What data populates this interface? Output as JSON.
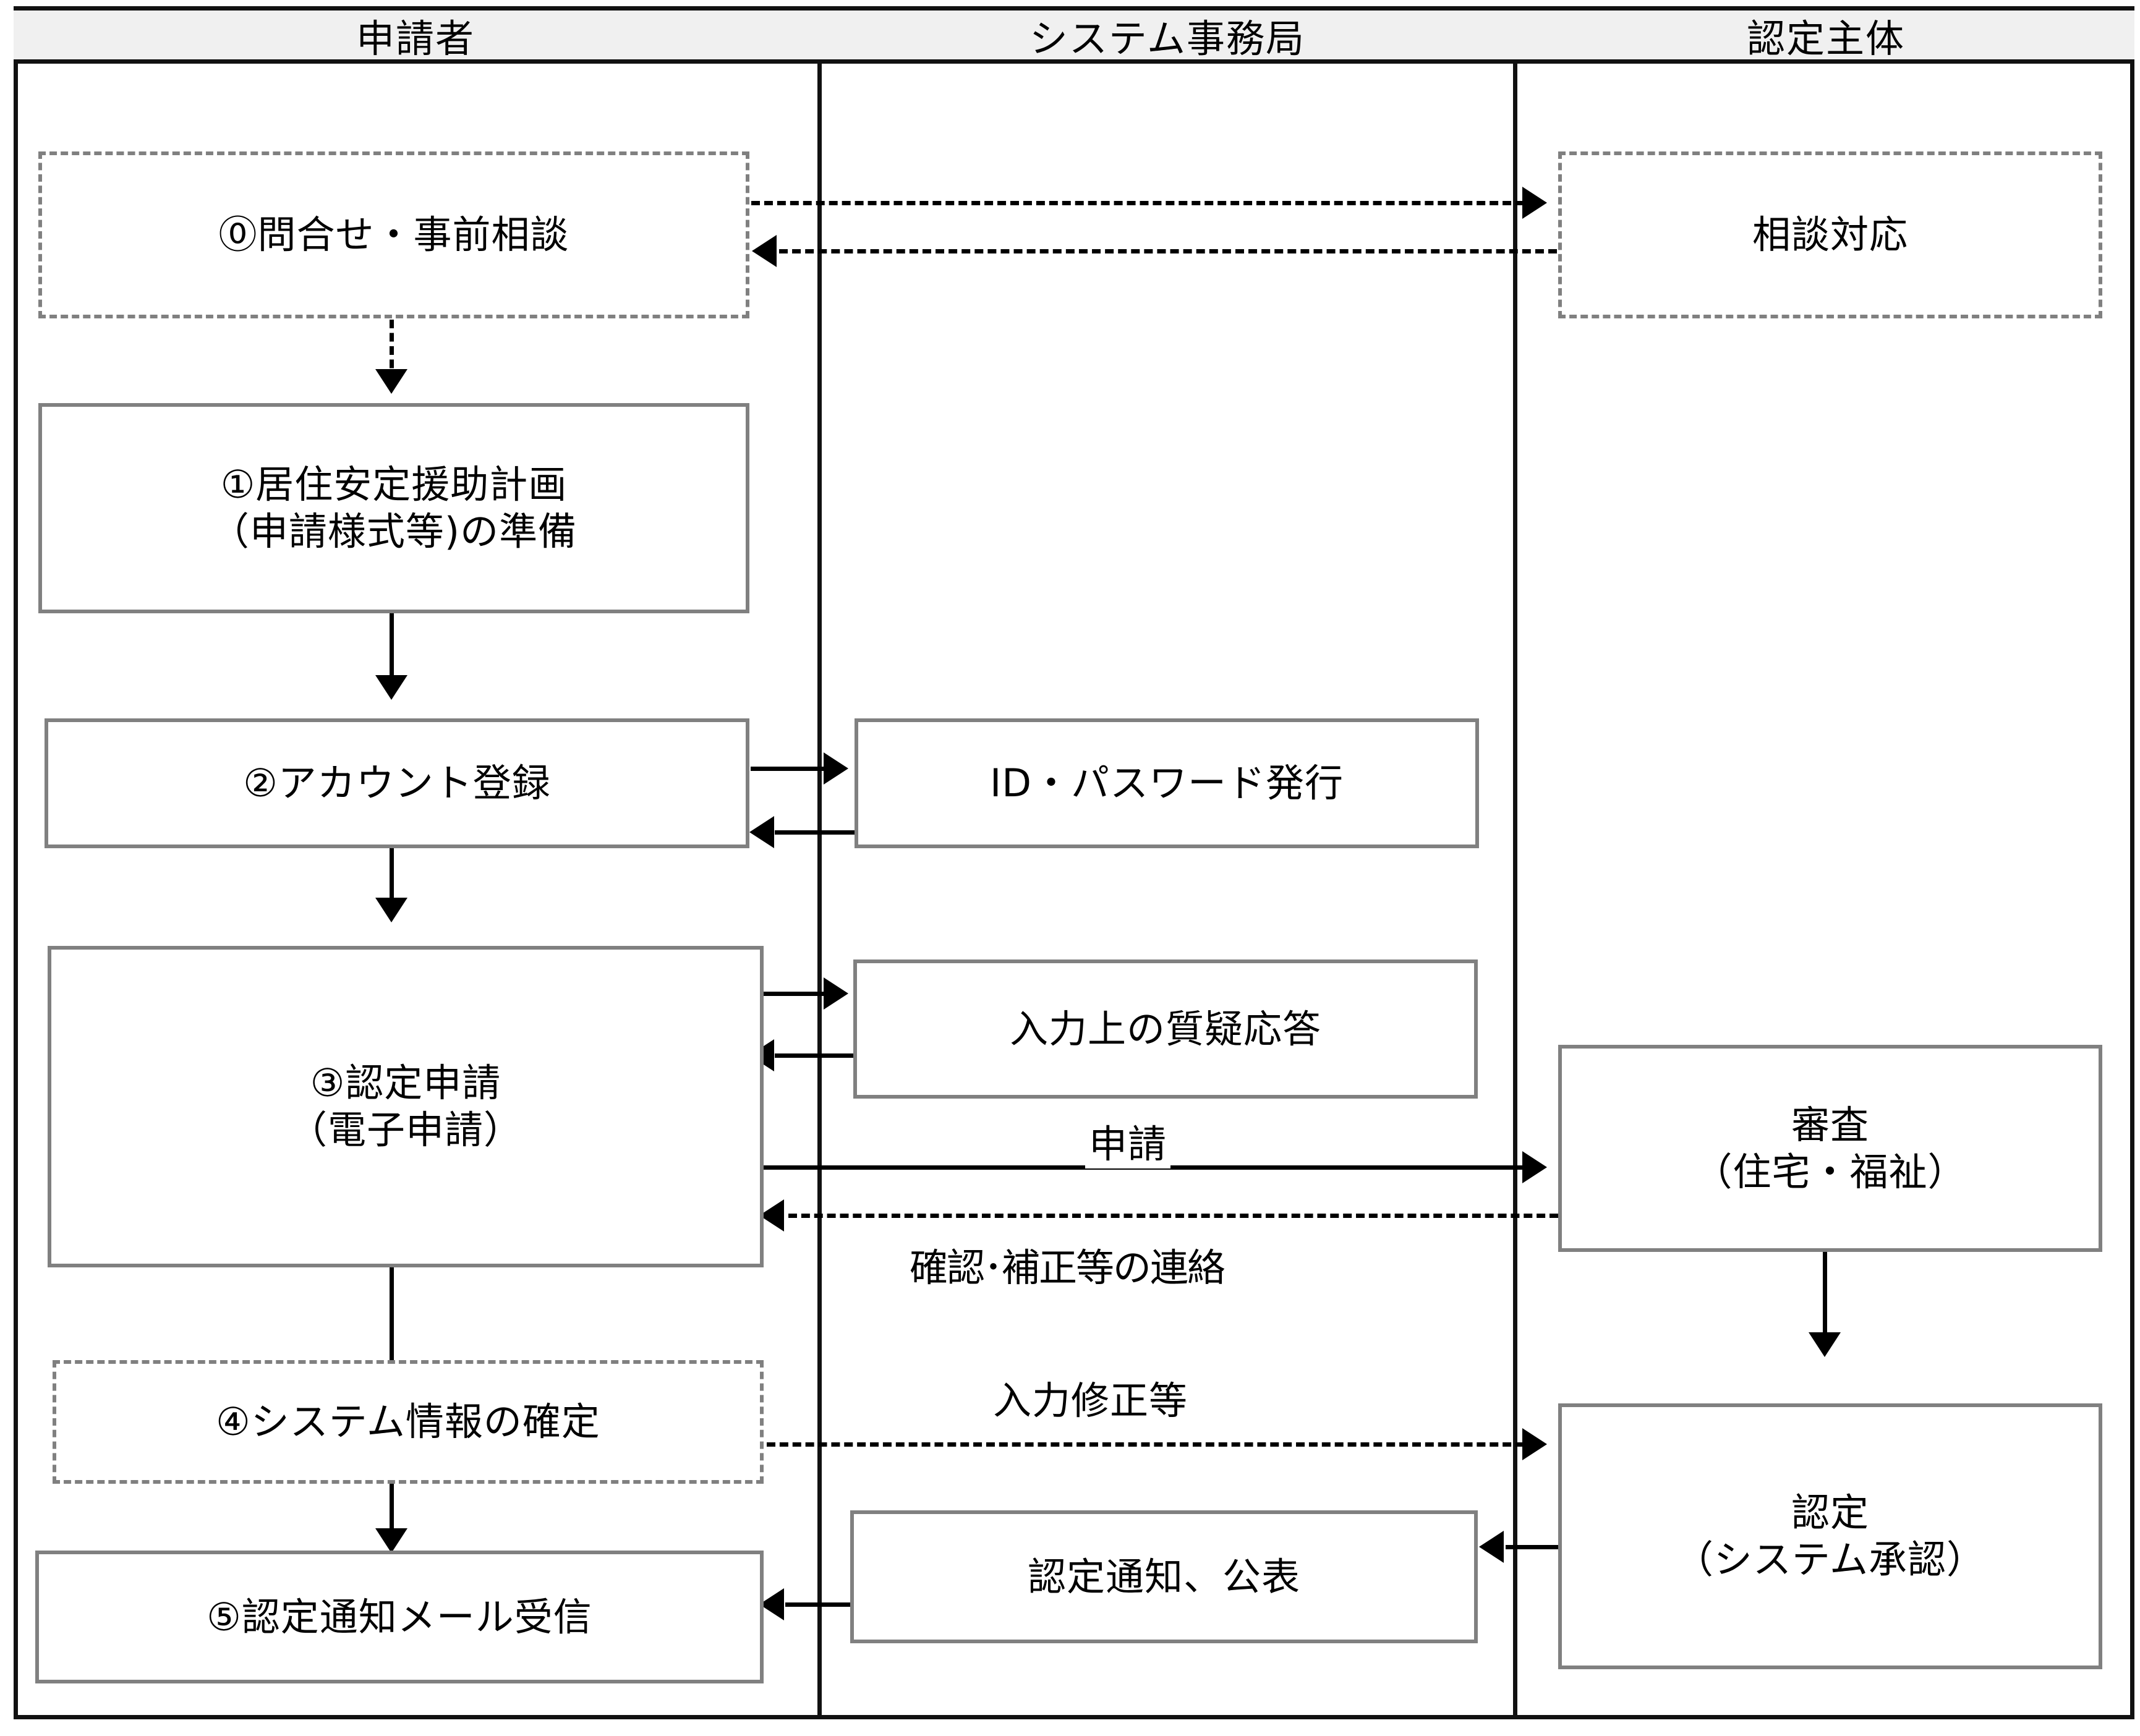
{
  "lanes": [
    {
      "id": "applicant",
      "title": "申請者"
    },
    {
      "id": "system-office",
      "title": "システム事務局"
    },
    {
      "id": "certifying-body",
      "title": "認定主体"
    }
  ],
  "nodes": {
    "inquiry": {
      "label": "⓪問合せ・事前相談",
      "lane": "applicant",
      "style": "dashed"
    },
    "consult": {
      "label": "相談対応",
      "lane": "certifying-body",
      "style": "dashed"
    },
    "plan_prep": {
      "label": "①居住安定援助計画\n（申請様式等)の準備",
      "lane": "applicant",
      "style": "solid"
    },
    "account_reg": {
      "label": "②アカウント登録",
      "lane": "applicant",
      "style": "solid"
    },
    "id_issue": {
      "label": "ID・パスワード発行",
      "lane": "system-office",
      "style": "solid"
    },
    "cert_apply": {
      "label": "③認定申請\n（電子申請）",
      "lane": "applicant",
      "style": "solid"
    },
    "input_qa": {
      "label": "入力上の質疑応答",
      "lane": "system-office",
      "style": "solid"
    },
    "review": {
      "label": "審査\n（住宅・福祉）",
      "lane": "certifying-body",
      "style": "solid"
    },
    "sys_confirm": {
      "label": "④システム情報の確定",
      "lane": "applicant",
      "style": "dashed"
    },
    "certify": {
      "label": "認定\n（システム承認）",
      "lane": "certifying-body",
      "style": "solid"
    },
    "notify_publish": {
      "label": "認定通知、公表",
      "lane": "system-office",
      "style": "solid"
    },
    "mail_receive": {
      "label": "⑤認定通知メール受信",
      "lane": "applicant",
      "style": "solid"
    }
  },
  "edge_labels": {
    "application": "申請",
    "confirm_correction": "確認･補正等の連絡",
    "input_correction": "入力修正等"
  },
  "colors": {
    "lane_header_bg": "#f0f0f0",
    "lane_rule": "#111111",
    "box_border": "#808080",
    "connector": "#000000",
    "text": "#000000",
    "page_bg": "#ffffff"
  }
}
